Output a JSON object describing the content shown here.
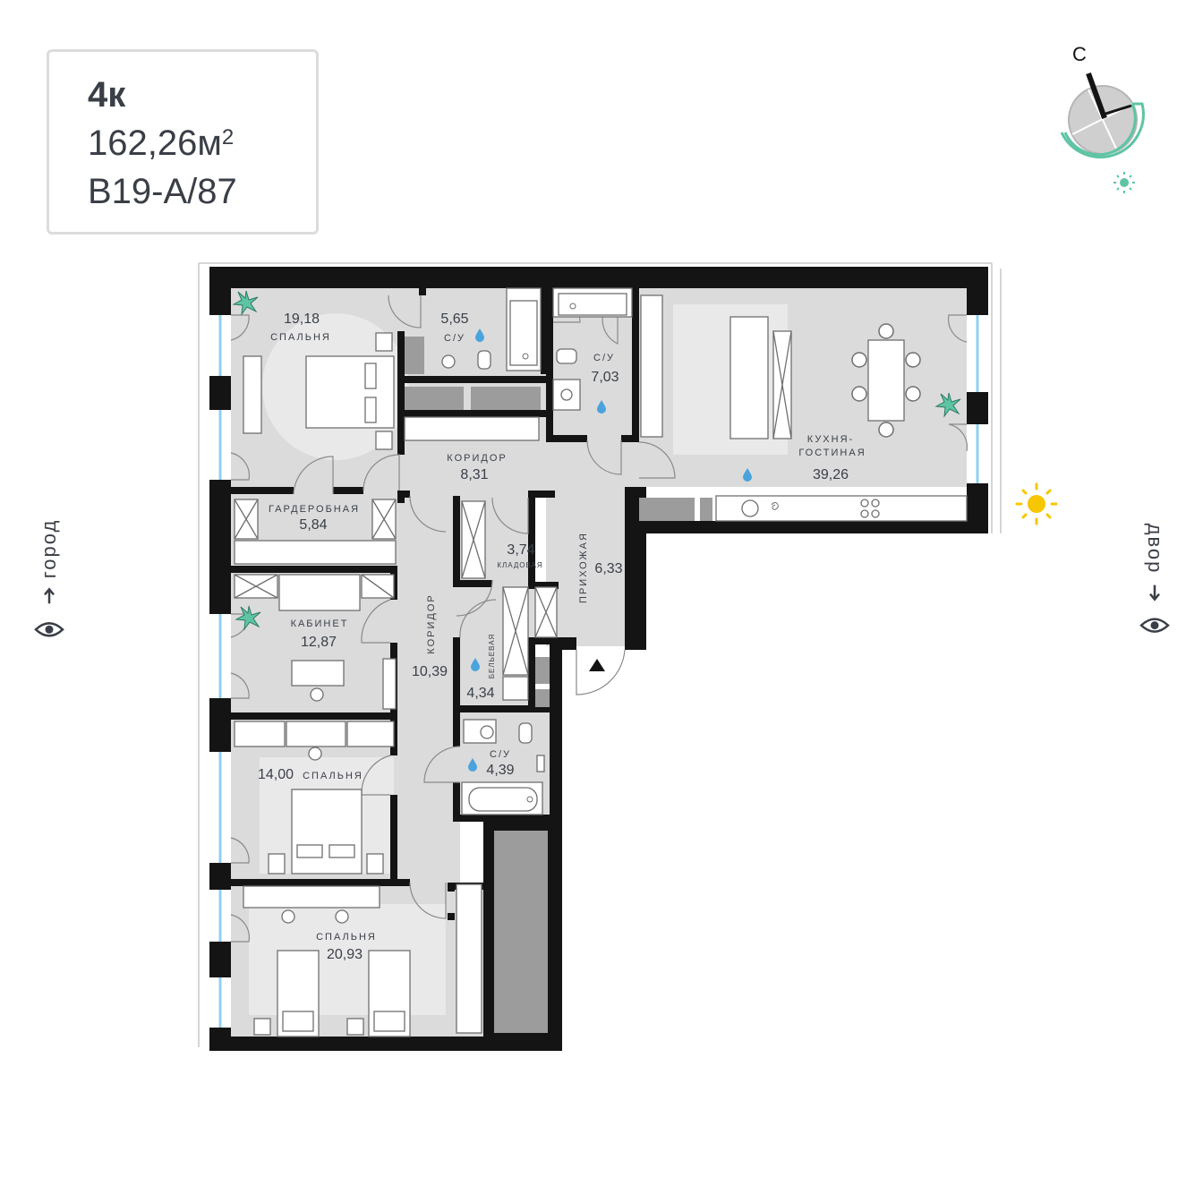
{
  "info": {
    "type": "4к",
    "area_value": "162,26м",
    "area_sup": "2",
    "code": "B19-A/87"
  },
  "compass": {
    "north_label": "С"
  },
  "sides": {
    "left": "город",
    "right": "двор"
  },
  "rooms": {
    "bedroom1": {
      "area": "19,18",
      "name": "СПАЛЬНЯ"
    },
    "bath1": {
      "area": "5,65",
      "name": "С/У"
    },
    "bath2": {
      "area": "7,03",
      "name": "С/У"
    },
    "kitchen": {
      "name_line1": "КУХНЯ-",
      "name_line2": "ГОСТИНАЯ",
      "area": "39,26"
    },
    "corridor1": {
      "name": "КОРИДОР",
      "area": "8,31"
    },
    "wardrobe": {
      "name": "ГАРДЕРОБНАЯ",
      "area": "5,84"
    },
    "storage": {
      "area": "3,74",
      "name": "КЛАДОВАЯ"
    },
    "hall": {
      "name": "ПРИХОЖАЯ",
      "area": "6,33"
    },
    "office": {
      "name": "КАБИНЕТ",
      "area": "12,87"
    },
    "corridor2": {
      "name": "КОРИДОР",
      "area": "10,39"
    },
    "linen": {
      "name": "БЕЛЬЕВАЯ",
      "area": "4,34"
    },
    "bath3": {
      "name": "С/У",
      "area": "4,39"
    },
    "bedroom2": {
      "area": "14,00",
      "name": "СПАЛЬНЯ"
    },
    "bedroom3": {
      "name": "СПАЛЬНЯ",
      "area": "20,93"
    }
  },
  "colors": {
    "wall": "#141414",
    "floor": "#dbdbdc",
    "rug": "#e9e9ea",
    "window": "#8fd0ee",
    "accent": "#5fc4a5",
    "sun": "#f6c600",
    "text": "#3a3f47"
  },
  "icons": [
    "plant-icon",
    "water-drop-icon",
    "entrance-arrow-icon",
    "eye-icon",
    "arrow-icon",
    "sun-icon",
    "compass-icon"
  ]
}
